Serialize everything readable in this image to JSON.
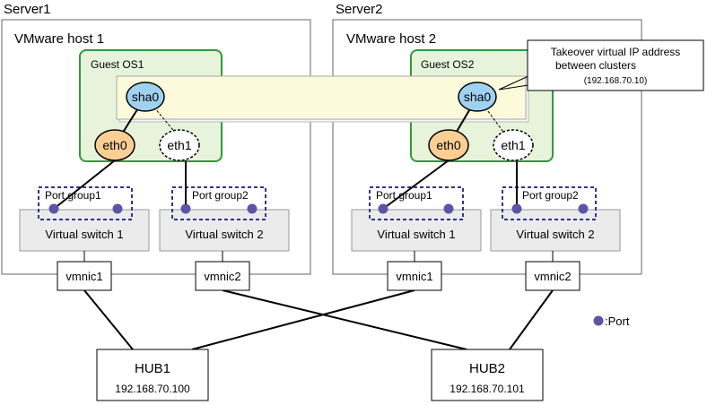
{
  "servers": [
    {
      "label": "Server1",
      "host_label": "VMware host 1",
      "guest_label": "Guest OS1",
      "nics": {
        "virtual_ip": "sha0",
        "primary": "eth0",
        "standby": "eth1"
      },
      "port_groups": [
        "Port group1",
        "Port group2"
      ],
      "switches": [
        "Virtual switch 1",
        "Virtual switch 2"
      ],
      "vmnics": [
        "vmnic1",
        "vmnic2"
      ]
    },
    {
      "label": "Server2",
      "host_label": "VMware host 2",
      "guest_label": "Guest OS2",
      "nics": {
        "virtual_ip": "sha0",
        "primary": "eth0",
        "standby": "eth1"
      },
      "port_groups": [
        "Port group1",
        "Port group2"
      ],
      "switches": [
        "Virtual switch 1",
        "Virtual switch 2"
      ],
      "vmnics": [
        "vmnic1",
        "vmnic2"
      ]
    }
  ],
  "callout": {
    "line1": "Takeover virtual IP address",
    "line2": "between clusters",
    "ip": "(192.168.70.10)"
  },
  "hubs": [
    {
      "name": "HUB1",
      "ip": "192.168.70.100"
    },
    {
      "name": "HUB2",
      "ip": "192.168.70.101"
    }
  ],
  "legend": {
    "label": ":Port"
  },
  "colors": {
    "guest_border": "#2e9a3c",
    "guest_fill": "#e8f3dc",
    "band_fill": "#fbfbdc",
    "sha_fill": "#9fd2f0",
    "eth_fill": "#fbcf94",
    "switch_fill": "#ebebeb",
    "port_dot": "#5b55a8",
    "portgroup_border": "#33338c"
  }
}
